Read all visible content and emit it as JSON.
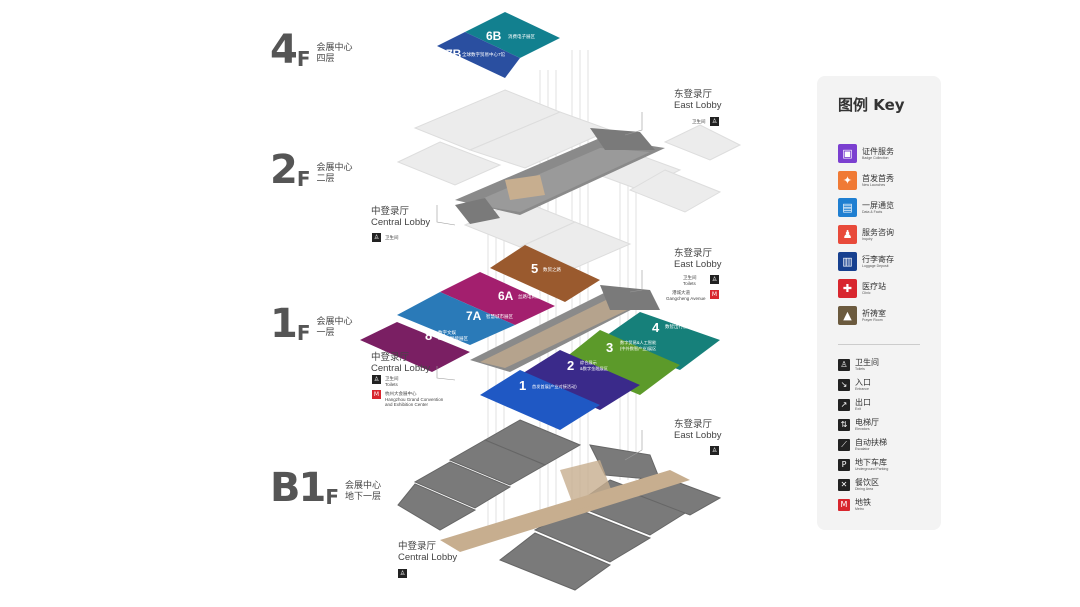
{
  "floors": {
    "f4": {
      "big": "4",
      "small": "F",
      "cn1": "会展中心",
      "cn2": "四层"
    },
    "f2": {
      "big": "2",
      "small": "F",
      "cn1": "会展中心",
      "cn2": "二层"
    },
    "f1": {
      "big": "1",
      "small": "F",
      "cn1": "会展中心",
      "cn2": "一层"
    },
    "fb1": {
      "big": "B1",
      "small": "F",
      "cn1": "会展中心",
      "cn2": "地下一层"
    }
  },
  "lobbies": {
    "east_2f": {
      "cn": "东登录厅",
      "en": "East Lobby",
      "toilet": "卫生间"
    },
    "central_2f": {
      "cn": "中登录厅",
      "en": "Central Lobby",
      "toilet": "卫生间"
    },
    "east_1f": {
      "cn": "东登录厅",
      "en": "East Lobby",
      "toilet": "卫生间",
      "toilet_en": "Toilets",
      "metro": "港城大道",
      "metro_en": "Gangcheng Avenue"
    },
    "central_1f": {
      "cn": "中登录厅",
      "en": "Central Lobby",
      "toilet": "卫生间",
      "toilet_en": "Toilets",
      "metro": "杭州大会展中心",
      "metro_en": "Hangzhou Grand Convention and Exhibition Center"
    },
    "east_b1": {
      "cn": "东登录厅",
      "en": "East Lobby"
    },
    "central_b1": {
      "cn": "中登录厅",
      "en": "Central Lobby"
    }
  },
  "halls": {
    "h6b": {
      "num": "6B",
      "cn": "消费电子展区",
      "color": "#12808f"
    },
    "h7b": {
      "num": "7B",
      "cn": "全球数字贸易中心7馆",
      "color": "#2a4fa0"
    },
    "h5": {
      "num": "5",
      "cn": "数贸之路",
      "color": "#9a5a2e"
    },
    "h6a": {
      "num": "6A",
      "cn": "丝路电商展区",
      "color": "#a31f6e"
    },
    "h7a": {
      "num": "7A",
      "cn": "智慧城市展区",
      "color": "#2a7ab8"
    },
    "h8": {
      "num": "8",
      "cn1": "数字文娱",
      "cn2": "&人工智能展区",
      "color": "#7a1f63"
    },
    "h4": {
      "num": "4",
      "cn": "数智出行展区",
      "color": "#16807a"
    },
    "h3": {
      "num": "3",
      "cn1": "数字贸易&人工智能",
      "cn2": "(中外数智产业)展区",
      "color": "#5c9a2a"
    },
    "h2": {
      "num": "2",
      "cn1": "综合展示",
      "cn2": "&数字金融展区",
      "color": "#3a2a8a"
    },
    "h1": {
      "num": "1",
      "cn1": "首发首展(产业对接活动)",
      "color": "#1f58c4"
    }
  },
  "legend": {
    "title": "图例  Key",
    "items": [
      {
        "cn": "证件服务",
        "en": "Badge Collection",
        "color": "#7b3fd0",
        "icon": "badge-icon",
        "glyph": "▣"
      },
      {
        "cn": "首发首秀",
        "en": "New Launches",
        "color": "#f07a35",
        "icon": "launch-icon",
        "glyph": "✦"
      },
      {
        "cn": "一屏通览",
        "en": "Data & Facts",
        "color": "#1f7fd1",
        "icon": "screen-icon",
        "glyph": "▤"
      },
      {
        "cn": "服务咨询",
        "en": "Inquiry",
        "color": "#e84a3a",
        "icon": "inquiry-icon",
        "glyph": "♟"
      },
      {
        "cn": "行李寄存",
        "en": "Luggage Deposit",
        "color": "#17408f",
        "icon": "luggage-icon",
        "glyph": "▥"
      },
      {
        "cn": "医疗站",
        "en": "Clinic",
        "color": "#d8262e",
        "icon": "clinic-icon",
        "glyph": "✚"
      },
      {
        "cn": "祈祷室",
        "en": "Prayer Room",
        "color": "#6b5a3e",
        "icon": "prayer-icon",
        "glyph": "▲"
      }
    ],
    "facilities": [
      {
        "cn": "卫生间",
        "en": "Toilets",
        "icon": "toilet-icon",
        "glyph": "♙"
      },
      {
        "cn": "入口",
        "en": "Entrance",
        "icon": "entrance-icon",
        "glyph": "↘"
      },
      {
        "cn": "出口",
        "en": "Exit",
        "icon": "exit-icon",
        "glyph": "↗"
      },
      {
        "cn": "电梯厅",
        "en": "Elevators",
        "icon": "elevator-icon",
        "glyph": "⇅"
      },
      {
        "cn": "自动扶梯",
        "en": "Escalator",
        "icon": "escalator-icon",
        "glyph": "⟋"
      },
      {
        "cn": "地下车库",
        "en": "Underground Parking",
        "icon": "parking-icon",
        "glyph": "P"
      },
      {
        "cn": "餐饮区",
        "en": "Dining Area",
        "icon": "dining-icon",
        "glyph": "✕"
      },
      {
        "cn": "地铁",
        "en": "Metro",
        "icon": "metro-icon",
        "glyph": "M",
        "color": "#d8262e"
      }
    ]
  },
  "colors": {
    "slab": "#e6e6e6",
    "slab_edge": "#cfcfcf",
    "gray_block": "#7a7a7a",
    "corridor": "#c7ae8f",
    "accent": "#555"
  }
}
